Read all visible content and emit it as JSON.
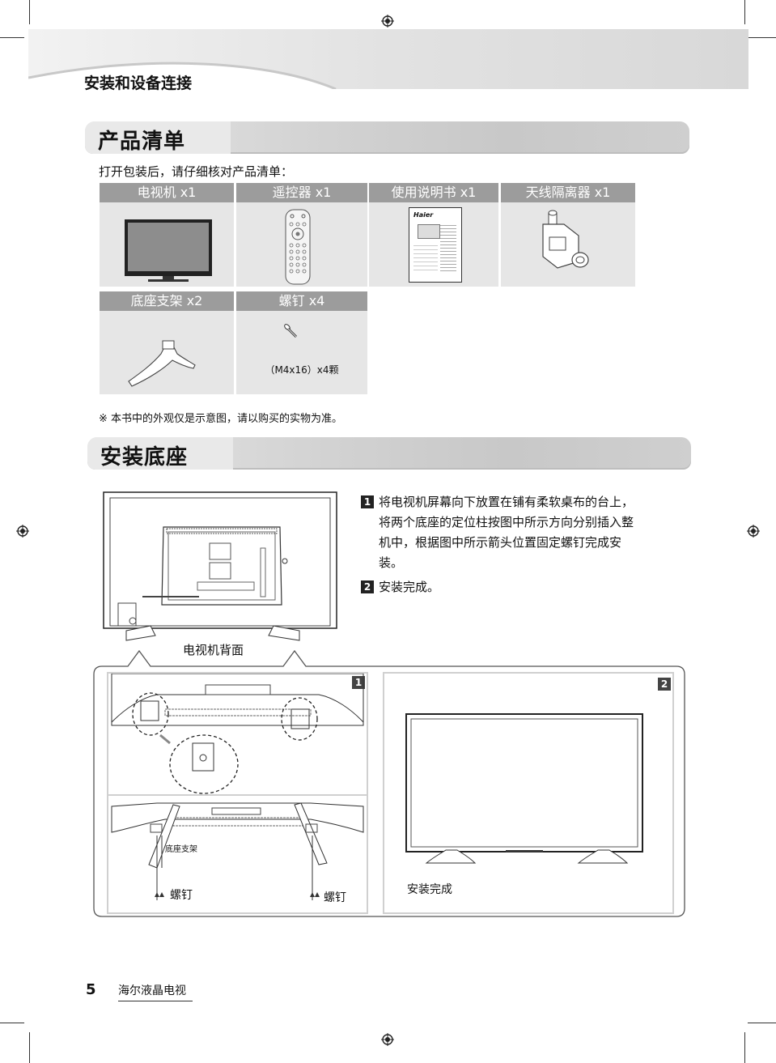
{
  "header": {
    "chapter_title": "安装和设备连接"
  },
  "section1": {
    "title": "产品清单",
    "intro": "打开包装后，请仔细核对产品清单：",
    "items": [
      {
        "label": "电视机 x1"
      },
      {
        "label": "遥控器 x1"
      },
      {
        "label": "使用说明书 x1",
        "brand": "Haier"
      },
      {
        "label": "天线隔离器 x1"
      },
      {
        "label": "底座支架 x2"
      },
      {
        "label": "螺钉 x4",
        "note": "（M4x16）x4颗"
      }
    ],
    "footnote": "※ 本书中的外观仅是示意图，请以购买的实物为准。"
  },
  "section2": {
    "title": "安装底座",
    "steps": [
      {
        "num": "1",
        "lines": [
          "将电视机屏幕向下放置在铺有柔软桌布的台上，",
          "将两个底座的定位柱按图中所示方向分别插入整",
          "机中，根据图中所示箭头位置固定螺钉完成安",
          "装。"
        ]
      },
      {
        "num": "2",
        "lines": [
          "安装完成。"
        ]
      }
    ],
    "tv_back_label": "电视机背面",
    "panel1": {
      "num": "1",
      "stand_label": "底座支架",
      "screw_left": "螺钉",
      "screw_right": "螺钉"
    },
    "panel2": {
      "num": "2",
      "caption": "安装完成"
    }
  },
  "footer": {
    "page_number": "5",
    "brand_text": "海尔液晶电视"
  }
}
